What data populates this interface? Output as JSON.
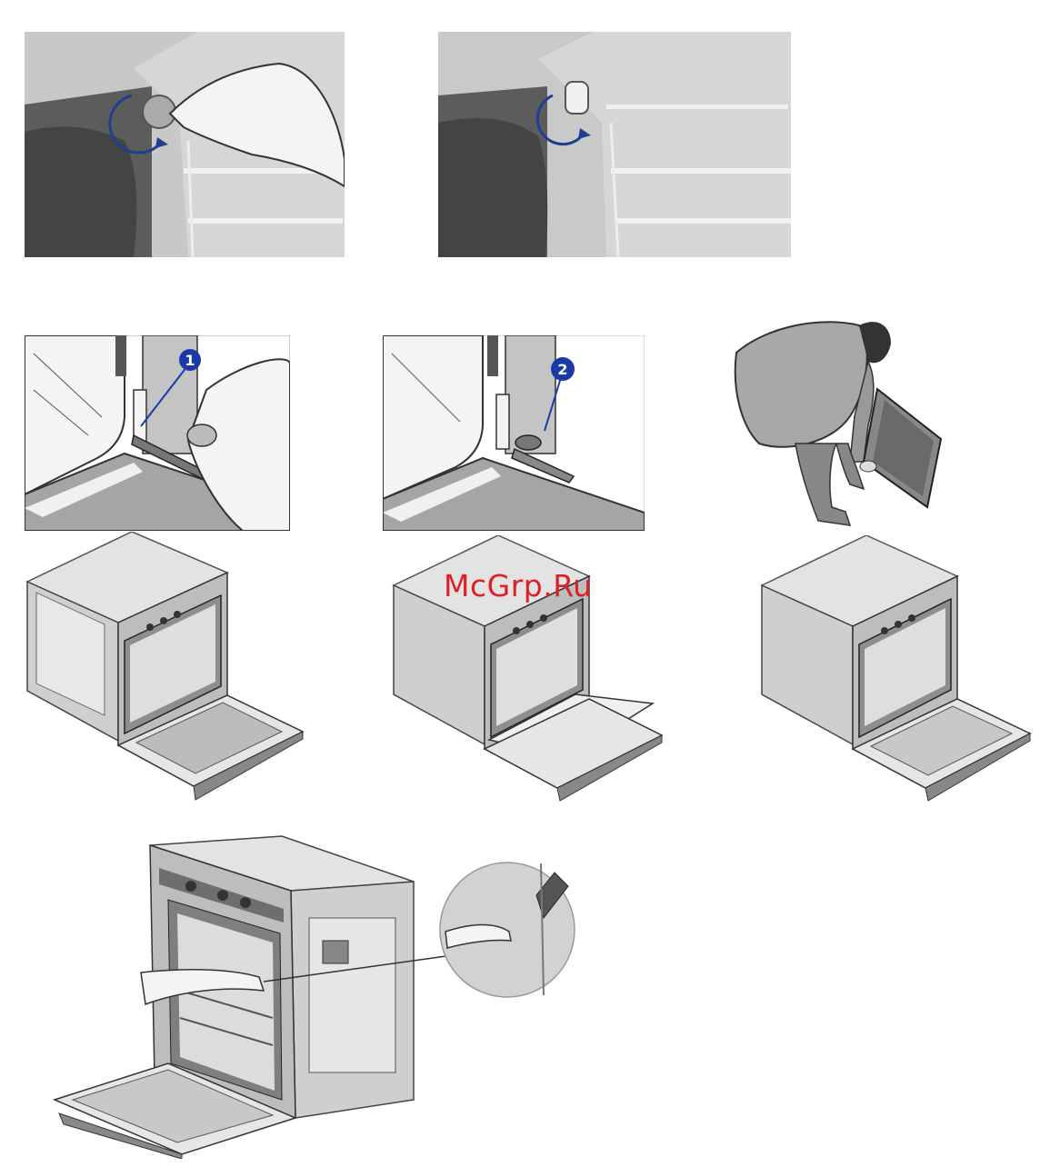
{
  "watermark": {
    "text": "McGrp.Ru"
  },
  "step_badges": [
    {
      "number": "1"
    },
    {
      "number": "2"
    }
  ],
  "colors": {
    "badge_blue": "#1a3aa8",
    "watermark_red": "#dd1f26",
    "rotation_arrow": "#1e3f8f",
    "panel_gray": "#c9c9c9"
  },
  "icons": [
    "hand-rotating-knob-illustration",
    "rotation-arrow-icon",
    "hinge-lever-illustration",
    "person-carrying-door-illustration",
    "oven-open-door-illustration",
    "oven-rack-removal-illustration",
    "magnifier-detail-illustration"
  ]
}
